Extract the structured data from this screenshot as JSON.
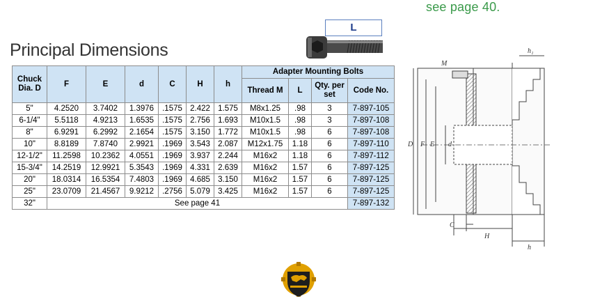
{
  "header_note": "see page 40.",
  "title": "Principal Dimensions",
  "bolt_label": "L",
  "table": {
    "group_header": "Adapter Mounting Bolts",
    "headers": {
      "chuck": "Chuck Dia. D",
      "F": "F",
      "E": "E",
      "d": "d",
      "C": "C",
      "H": "H",
      "h": "h",
      "thread": "Thread M",
      "L": "L",
      "qty": "Qty. per set",
      "code": "Code No."
    },
    "rows": [
      {
        "D": "5\"",
        "F": "4.2520",
        "E": "3.7402",
        "d": "1.3976",
        "C": ".1575",
        "H": "2.422",
        "h": "1.575",
        "M": "M8x1.25",
        "L": ".98",
        "qty": "3",
        "code": "7-897-105"
      },
      {
        "D": "6-1/4\"",
        "F": "5.5118",
        "E": "4.9213",
        "d": "1.6535",
        "C": ".1575",
        "H": "2.756",
        "h": "1.693",
        "M": "M10x1.5",
        "L": ".98",
        "qty": "3",
        "code": "7-897-108"
      },
      {
        "D": "8\"",
        "F": "6.9291",
        "E": "6.2992",
        "d": "2.1654",
        "C": ".1575",
        "H": "3.150",
        "h": "1.772",
        "M": "M10x1.5",
        "L": ".98",
        "qty": "6",
        "code": "7-897-108"
      },
      {
        "D": "10\"",
        "F": "8.8189",
        "E": "7.8740",
        "d": "2.9921",
        "C": ".1969",
        "H": "3.543",
        "h": "2.087",
        "M": "M12x1.75",
        "L": "1.18",
        "qty": "6",
        "code": "7-897-110"
      },
      {
        "D": "12-1/2\"",
        "F": "11.2598",
        "E": "10.2362",
        "d": "4.0551",
        "C": ".1969",
        "H": "3.937",
        "h": "2.244",
        "M": "M16x2",
        "L": "1.18",
        "qty": "6",
        "code": "7-897-112"
      },
      {
        "D": "15-3/4\"",
        "F": "14.2519",
        "E": "12.9921",
        "d": "5.3543",
        "C": ".1969",
        "H": "4.331",
        "h": "2.639",
        "M": "M16x2",
        "L": "1.57",
        "qty": "6",
        "code": "7-897-125"
      },
      {
        "D": "20\"",
        "F": "18.0314",
        "E": "16.5354",
        "d": "7.4803",
        "C": ".1969",
        "H": "4.685",
        "h": "3.150",
        "M": "M16x2",
        "L": "1.57",
        "qty": "6",
        "code": "7-897-125"
      },
      {
        "D": "25\"",
        "F": "23.0709",
        "E": "21.4567",
        "d": "9.9212",
        "C": ".2756",
        "H": "5.079",
        "h": "3.425",
        "M": "M16x2",
        "L": "1.57",
        "qty": "6",
        "code": "7-897-125"
      }
    ],
    "last_row": {
      "D": "32\"",
      "note": "See page 41",
      "code": "7-897-132"
    }
  },
  "drawing_labels": {
    "M": "M",
    "h1": "h₁",
    "D": "D",
    "F": "F",
    "E": "E",
    "d": "d",
    "C": "C",
    "H": "H",
    "h": "h"
  }
}
